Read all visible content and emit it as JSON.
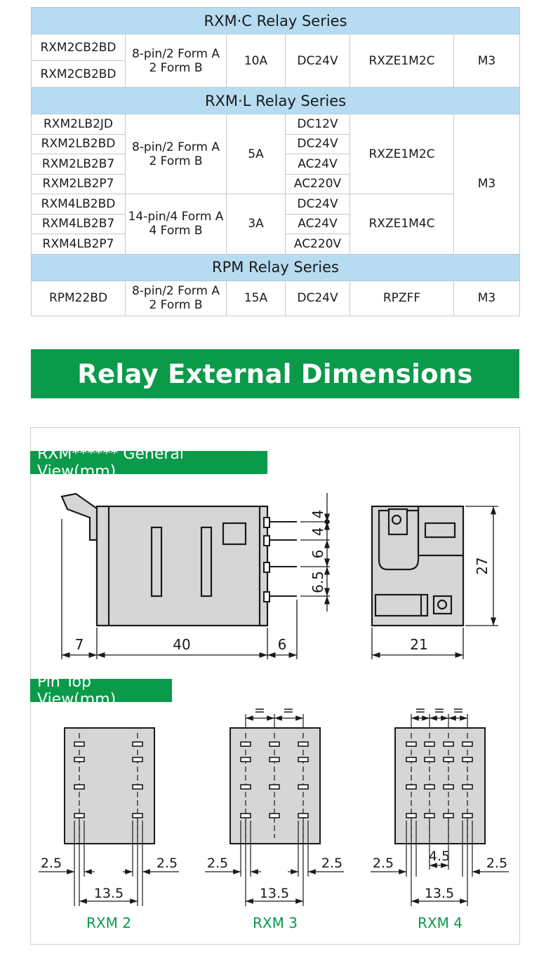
{
  "table": {
    "series_c": {
      "title": "RXM·C Relay Series",
      "models": [
        "RXM2CB2BD",
        "RXM2CB2BD"
      ],
      "pins": "8-pin/2 Form A\n2 Form B",
      "current": "10A",
      "voltage": "DC24V",
      "socket": "RXZE1M2C",
      "screw": "M3"
    },
    "series_l": {
      "title": "RXM·L Relay Series",
      "group1": {
        "models": [
          "RXM2LB2JD",
          "RXM2LB2BD",
          "RXM2LB2B7",
          "RXM2LB2P7"
        ],
        "pins": "8-pin/2 Form A\n2 Form B",
        "current": "5A",
        "voltages": [
          "DC12V",
          "DC24V",
          "AC24V",
          "AC220V"
        ],
        "socket": "RXZE1M2C"
      },
      "group2": {
        "models": [
          "RXM4LB2BD",
          "RXM4LB2B7",
          "RXM4LB2P7"
        ],
        "pins": "14-pin/4 Form A\n4 Form B",
        "current": "3A",
        "voltages": [
          "DC24V",
          "AC24V",
          "AC220V"
        ],
        "socket": "RXZE1M4C"
      },
      "screw": "M3"
    },
    "series_rpm": {
      "title": "RPM Relay Series",
      "model": "RPM22BD",
      "pins": "8-pin/2 Form A\n2 Form B",
      "current": "15A",
      "voltage": "DC24V",
      "socket": "RPZFF",
      "screw": "M3"
    }
  },
  "banner": {
    "title": "Relay External Dimensions"
  },
  "general_view": {
    "tag": "RXM****** General View(mm)",
    "dims": {
      "lever": "7",
      "body": "40",
      "pins": "6",
      "width": "21",
      "height": "27",
      "pitch": [
        "4",
        "4",
        "6",
        "6.5"
      ]
    }
  },
  "pin_view": {
    "tag": "Pin Top View(mm)",
    "equal_mark": "=",
    "views": [
      {
        "caption": "RXM 2",
        "left": "2.5",
        "right": "2.5",
        "span": "13.5"
      },
      {
        "caption": "RXM 3",
        "left": "2.5",
        "right": "2.5",
        "span": "13.5"
      },
      {
        "caption": "RXM 4",
        "left": "2.5",
        "right": "2.5",
        "span": "13.5",
        "inner": "4.5"
      }
    ]
  },
  "colors": {
    "accent_green": "#0a9a4a",
    "header_blue": "#b7dcf2",
    "relay_gray": "#d6d6d6"
  }
}
